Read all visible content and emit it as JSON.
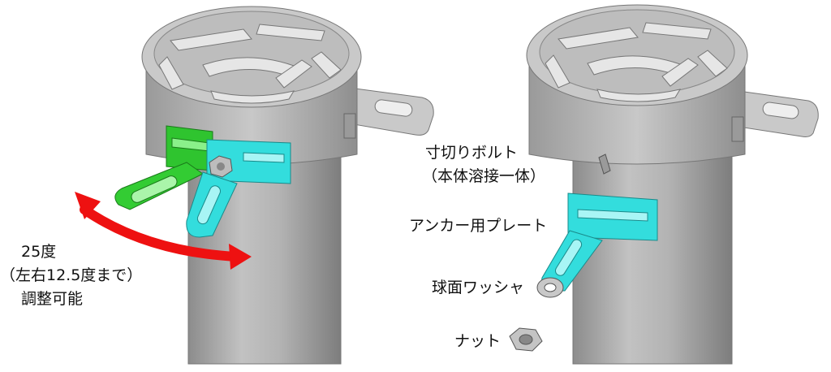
{
  "left_panel": {
    "angle_label": "25度",
    "range_label": "（左右12.5度まで）",
    "adjust_label": "調整可能"
  },
  "right_panel": {
    "bolt_label": "寸切りボルト",
    "bolt_note": "（本体溶接一体）",
    "plate_label": "アンカー用プレート",
    "washer_label": "球面ワッシャ",
    "nut_label": "ナット"
  },
  "colors": {
    "body": "#b4b4b4",
    "body_dark": "#8a8a8a",
    "green_bracket": "#33cc33",
    "cyan_bracket": "#33dddd",
    "arrow": "#ee1111"
  },
  "icons": [
    "grate-cap-icon",
    "pivot-arrow-icon",
    "washer-icon",
    "nut-icon"
  ]
}
